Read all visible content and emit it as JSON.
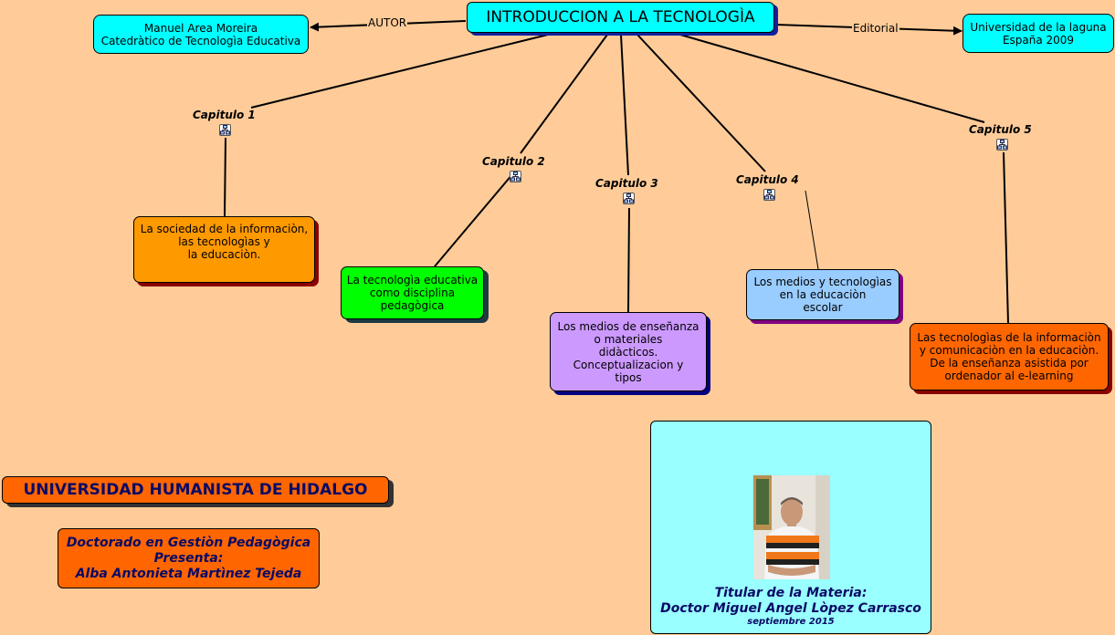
{
  "map": {
    "title": "INTRODUCCION A LA TECNOLOGÌA",
    "author": {
      "line1": "Manuel Area Moreira",
      "line2": "Catedràtico de Tecnologìa Educativa"
    },
    "author_link_label": "AUTOR",
    "publisher": {
      "line1": "Universidad de la laguna",
      "line2": "España 2009"
    },
    "publisher_link_label": "Editorial",
    "chapters": [
      {
        "label": "Capitulo 1",
        "lines": [
          "La sociedad de la informaciòn,",
          "las tecnologìas y",
          "la educaciòn."
        ]
      },
      {
        "label": "Capitulo 2",
        "lines": [
          "La tecnologìa educativa",
          "como disciplina",
          "pedagògica"
        ]
      },
      {
        "label": "Capitulo 3",
        "lines": [
          "Los medios de enseñanza",
          "o materiales",
          "didàcticos.",
          "Conceptualizacion y",
          "tipos"
        ]
      },
      {
        "label": "Capitulo 4",
        "lines": [
          "Los medios y tecnologìas",
          "en la educaciòn",
          "escolar"
        ]
      },
      {
        "label": "Capitulo 5",
        "lines": [
          "Las tecnologìas de la informaciòn",
          "y comunicaciòn en la educaciòn.",
          "De la enseñanza asistida por",
          "ordenador al e-learning"
        ]
      }
    ],
    "submap_icon": "submap-icon"
  },
  "footer": {
    "university": "UNIVERSIDAD HUMANISTA DE HIDALGO",
    "program": [
      "Doctorado en Gestiòn Pedagògica",
      "Presenta:",
      "Alba Antonieta Martìnez Tejeda"
    ],
    "teacher_heading": "Titular de la Materia:",
    "teacher_name": "Doctor Miguel Angel Lòpez Carrasco",
    "date": "septiembre 2015"
  },
  "colors": {
    "background": "#FFCC99",
    "title": "#00FFFF",
    "chapter1": "#FF9900",
    "chapter2": "#00FF00",
    "chapter3": "#CC99FF",
    "chapter4": "#99CCFF",
    "chapter5": "#FF6600",
    "panel": "#99FFFF"
  }
}
